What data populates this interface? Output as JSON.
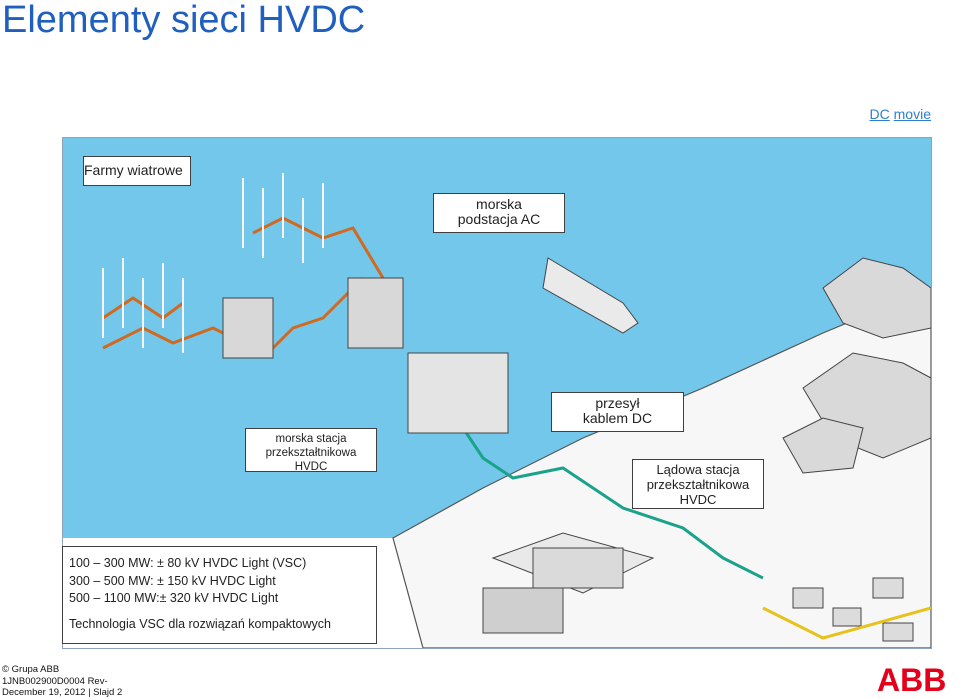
{
  "slide": {
    "title": "Elementy sieci HVDC",
    "links": {
      "dc": "DC",
      "movie": "movie"
    }
  },
  "callouts": {
    "farms": "Farmy wiatrowe",
    "offshore_ac_line1": "morska",
    "offshore_ac_line2": "podstacja AC",
    "offshore_conv_line1": "morska stacja",
    "offshore_conv_line2": "przekształtnikowa",
    "offshore_conv_line3": "HVDC",
    "cable_line1": "przesył",
    "cable_line2": "kablem DC",
    "land_conv_line1": "Lądowa stacja",
    "land_conv_line2": "przekształtnikowa",
    "land_conv_line3": "HVDC"
  },
  "specs": {
    "line1": "100 – 300 MW:  ± 80 kV   HVDC Light (VSC)",
    "line2": "300 – 500 MW:  ± 150 kV HVDC Light",
    "line3": "500 – 1100 MW:± 320 kV HVDC Light",
    "tech": "Technologia VSC dla rozwiązań kompaktowych"
  },
  "footer": {
    "line1": "© Grupa ABB",
    "line2": "1JNB002900D0004 Rev-",
    "line3": "December 19, 2012 | Slajd 2"
  },
  "logo_text": "ABB",
  "colors": {
    "title": "#1f5fbf",
    "sea": "#6fc6e8",
    "ac_cable": "#d2691e",
    "dc_cable": "#1aa38a",
    "abb_red": "#e2001a"
  }
}
